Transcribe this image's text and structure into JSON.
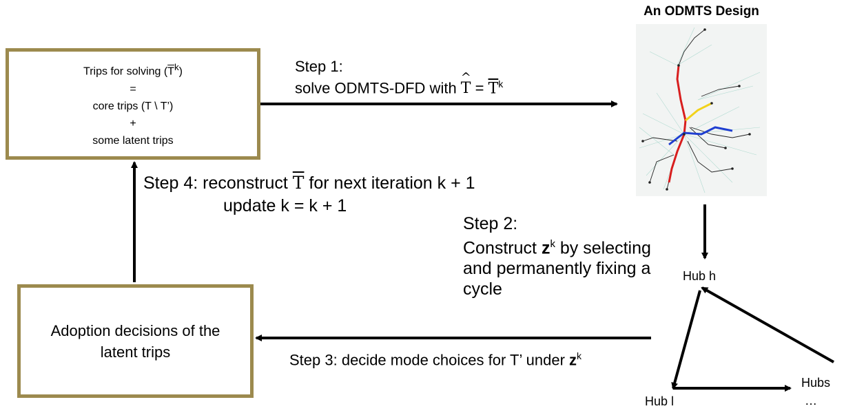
{
  "top_box": {
    "line1_prefix": "Trips for solving (",
    "line1_symbol": "T",
    "line1_sup": "k",
    "line1_suffix": ")",
    "line2": "=",
    "line3": "core trips (T \\ T’)",
    "line4": "+",
    "line5": "some latent trips"
  },
  "bottom_box": {
    "line1": "Adoption decisions of the",
    "line2": "latent trips"
  },
  "design_title": "An ODMTS Design",
  "step1": {
    "line1": "Step 1:",
    "line2_prefix": "solve ODMTS-DFD with ",
    "hat_symbol": "T",
    "equals": " = ",
    "bar_symbol": "T",
    "sup": "k"
  },
  "step2": {
    "line1": "Step 2:",
    "line2_prefix": "Construct ",
    "bold_var": "z",
    "sup": "k",
    "line2_suffix": " by selecting",
    "line3": "and permanently fixing a",
    "line4": "cycle"
  },
  "step3": {
    "prefix": "Step 3: decide mode choices for T’ under ",
    "bold_var": "z",
    "sup": "k"
  },
  "step4": {
    "line1_prefix": "Step 4: reconstruct ",
    "bar_symbol": "T",
    "line1_suffix": " for next iteration k + 1",
    "line2": "update k = k + 1"
  },
  "hubs": {
    "hub_h": "Hub h",
    "hub_l": "Hub l",
    "hubs_more": "Hubs",
    "ellipsis": "…"
  },
  "colors": {
    "box_border": "#9c8a4e",
    "arrow": "#000000",
    "map_red": "#d81e1e",
    "map_yellow": "#f2d21a",
    "map_blue": "#1f3fd1",
    "map_teal": "#7cc6b8"
  }
}
